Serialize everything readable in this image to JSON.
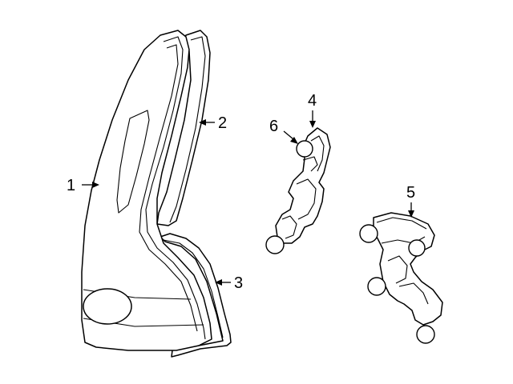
{
  "diagram": {
    "callouts": [
      {
        "id": "1",
        "label": "1"
      },
      {
        "id": "2",
        "label": "2"
      },
      {
        "id": "3",
        "label": "3"
      },
      {
        "id": "4",
        "label": "4"
      },
      {
        "id": "5",
        "label": "5"
      },
      {
        "id": "6",
        "label": "6"
      }
    ]
  },
  "colors": {
    "line": "#000000",
    "background": "#ffffff"
  }
}
